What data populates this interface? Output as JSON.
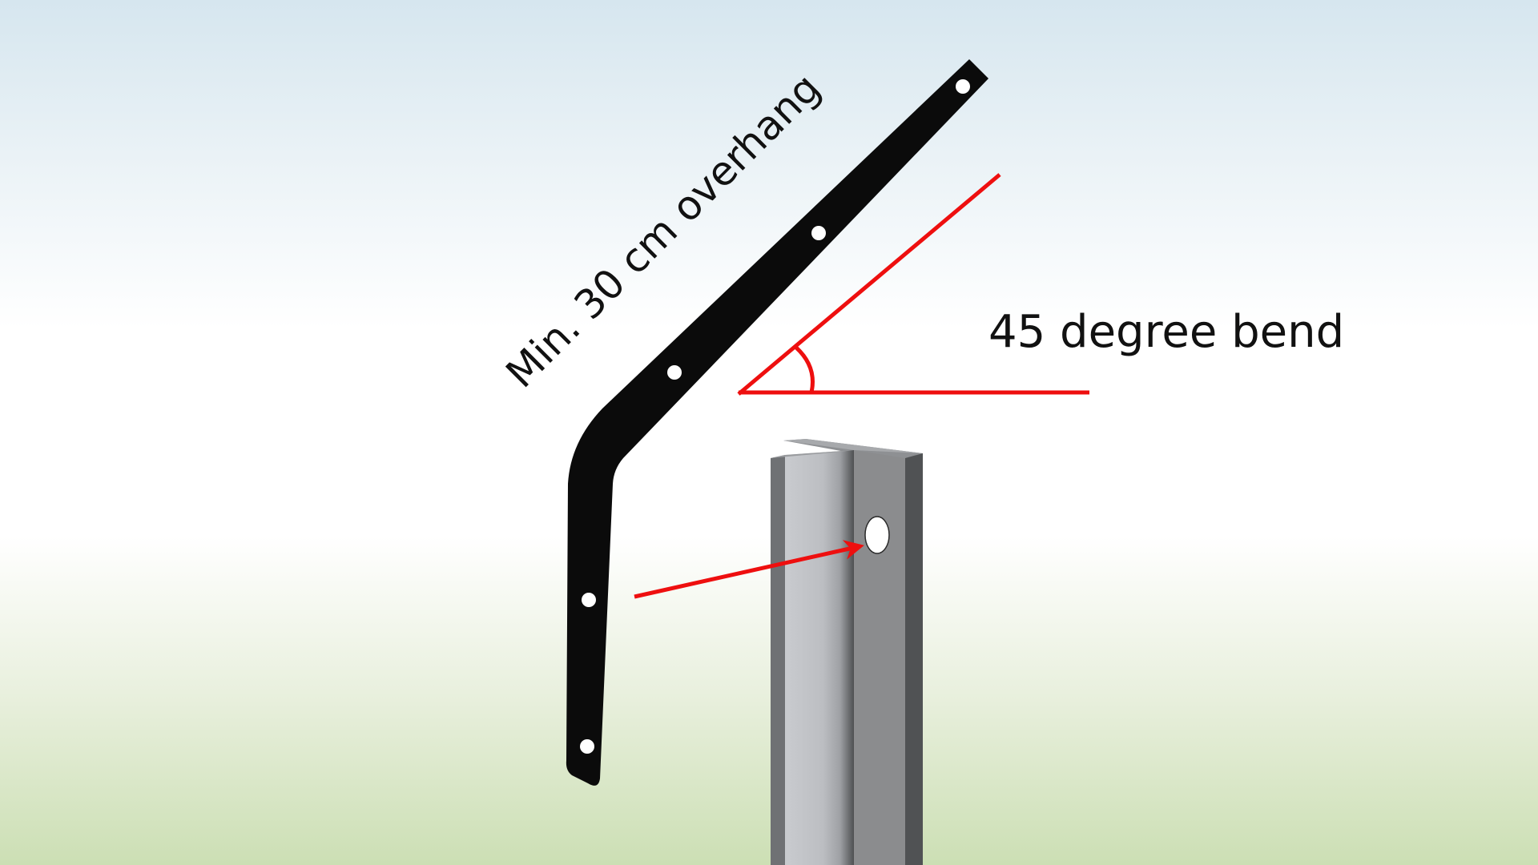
{
  "labels": {
    "overhang": "Min. 30 cm overhang",
    "bend": "45 degree bend"
  },
  "colors": {
    "bracket": "#0b0b0b",
    "guide": "#ee0f0f",
    "post_light": "#c3c5c9",
    "post_dark": "#8a8b8d",
    "post_edge": "#505254"
  },
  "angle_degrees": 45
}
